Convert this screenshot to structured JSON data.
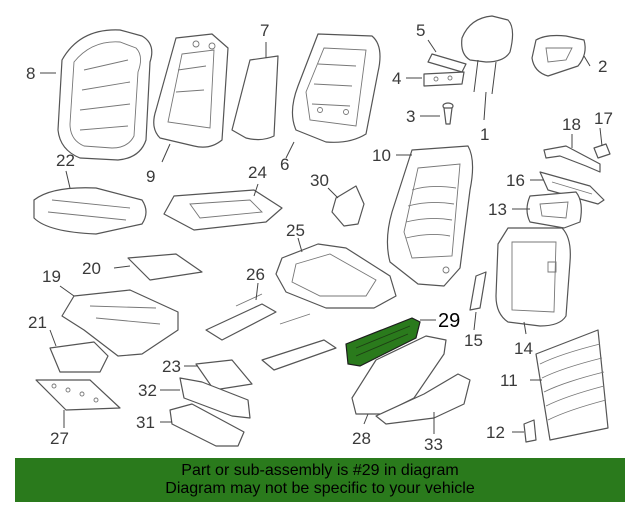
{
  "callouts": [
    "1",
    "2",
    "3",
    "4",
    "5",
    "6",
    "7",
    "8",
    "9",
    "10",
    "11",
    "12",
    "13",
    "14",
    "15",
    "16",
    "17",
    "18",
    "19",
    "20",
    "21",
    "22",
    "23",
    "24",
    "25",
    "26",
    "27",
    "28",
    "29",
    "30",
    "31",
    "32",
    "33"
  ],
  "highlight": {
    "callout": "29",
    "color": "#2a7a1c"
  },
  "banner": {
    "line1": "Part or sub-assembly is #29 in diagram",
    "line2": "Diagram may not be specific to your vehicle",
    "color": "#2a7a1c"
  }
}
